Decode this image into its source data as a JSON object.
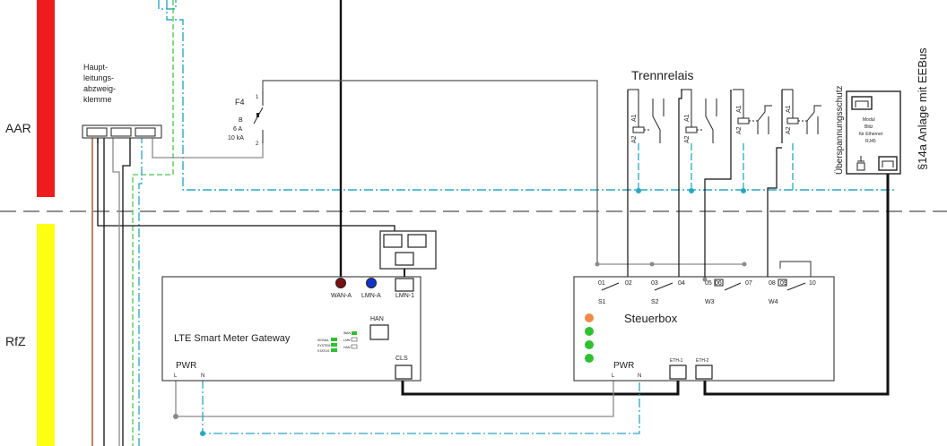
{
  "zones": {
    "aar": "AAR",
    "rfz": "RfZ"
  },
  "terminal_block": {
    "label_lines": [
      "Haupt-",
      "leitungs-",
      "abzweig-",
      "klemme"
    ]
  },
  "fuse": {
    "name": "F4",
    "rating_lines": [
      "B",
      "6 A",
      "10 kA"
    ],
    "pin_top": "1",
    "pin_bottom": "2"
  },
  "relays": {
    "title": "Trennrelais",
    "coil_top": "A1",
    "coil_bottom": "A2"
  },
  "surge": {
    "label": "Überspannungsschutz",
    "module_lines": [
      "Modul",
      "Blitz",
      "für Ethernet",
      "RJ45"
    ]
  },
  "eebus": {
    "label": "§14a Anlage mit EEBus"
  },
  "gateway": {
    "title": "LTE Smart Meter Gateway",
    "ports": [
      "WAN-A",
      "LMN-A",
      "LMN-1",
      "HAN",
      "CLS"
    ],
    "power": "PWR",
    "power_l": "L",
    "power_n": "N",
    "status_left": [
      "SIGNAL",
      "SYSTEM",
      "STATUS"
    ],
    "status_right": [
      "WAN",
      "LMN",
      "HAN"
    ]
  },
  "steuerbox": {
    "title": "Steuerbox",
    "terminals": [
      "01",
      "02",
      "03",
      "04",
      "05",
      "06",
      "07",
      "08",
      "09",
      "10"
    ],
    "switches": [
      "S1",
      "S2",
      "W3",
      "W4"
    ],
    "power": "PWR",
    "power_l": "L",
    "power_n": "N",
    "eth_ports": [
      "ETH-1",
      "ETH-2"
    ]
  },
  "colors": {
    "aar_bar": "#ee1c1c",
    "rfz_bar": "#ffff14",
    "dash_dot": "#2aa7c0",
    "green_wire": "#4ec24e",
    "brown_wire": "#8b4513",
    "gray_wire": "#8a8a8a",
    "led_orange": "#f08a4a",
    "led_green": "#30c030",
    "port_wan": "#7a1010",
    "port_lmn": "#1133cc"
  }
}
